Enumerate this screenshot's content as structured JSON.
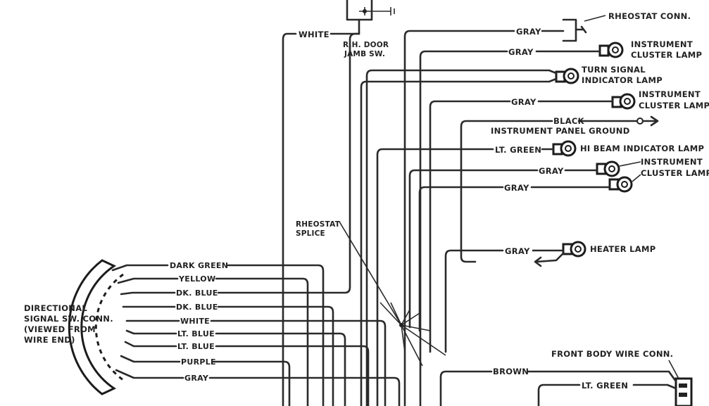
{
  "wire_labels": {
    "white_top": "WHITE",
    "gray_rheostat": "GRAY",
    "gray_icl1": "GRAY",
    "gray_icl2": "GRAY",
    "black": "BLACK",
    "lt_green_hibeam": "LT. GREEN",
    "gray_icl3a": "GRAY",
    "gray_icl3b": "GRAY",
    "gray_heater": "GRAY",
    "dark_green": "DARK GREEN",
    "yellow": "YELLOW",
    "dk_blue1": "DK. BLUE",
    "dk_blue2": "DK. BLUE",
    "white_conn": "WHITE",
    "lt_blue1": "LT. BLUE",
    "lt_blue2": "LT. BLUE",
    "purple": "PURPLE",
    "gray_conn": "GRAY",
    "brown": "BROWN",
    "lt_green_bottom": "LT. GREEN"
  },
  "components": {
    "door_jamb_line1": "R.H. DOOR",
    "door_jamb_line2": "JAMB SW.",
    "rheostat_conn": "RHEOSTAT CONN.",
    "icl1_line1": "INSTRUMENT",
    "icl1_line2": "CLUSTER LAMP",
    "turn_signal_line1": "TURN SIGNAL",
    "turn_signal_line2": "INDICATOR LAMP",
    "icl2_line1": "INSTRUMENT",
    "icl2_line2": "CLUSTER LAMP",
    "panel_ground": "INSTRUMENT PANEL GROUND",
    "hi_beam": "HI BEAM INDICATOR LAMP",
    "icl3_line1": "INSTRUMENT",
    "icl3_line2": "CLUSTER LAMP",
    "heater_lamp": "HEATER LAMP",
    "rheostat_splice_line1": "RHEOSTAT",
    "rheostat_splice_line2": "SPLICE",
    "dir_line1": "DIRECTIONAL",
    "dir_line2": "SIGNAL SW. CONN.",
    "dir_line3": "(VIEWED FROM",
    "dir_line4": "WIRE END)",
    "front_body": "FRONT BODY WIRE CONN."
  },
  "colors": {
    "ink": "#2a2a2a",
    "paper": "#ffffff"
  }
}
